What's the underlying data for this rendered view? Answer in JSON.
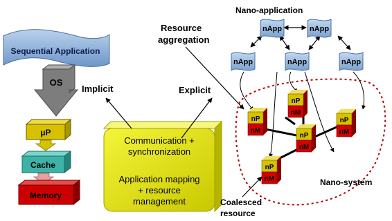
{
  "left": {
    "app_banner": "Sequential Application",
    "os_label": "OS",
    "up_label": "µP",
    "cache_label": "Cache",
    "memory_label": "Memory",
    "implicit_label": "Implicit"
  },
  "center": {
    "explicit_label": "Explicit",
    "box_line1": "Communication +",
    "box_line2": "synchronization",
    "box_line3": "Application mapping",
    "box_line4": "+ resource",
    "box_line5": "management"
  },
  "right": {
    "nano_app_title": "Nano-application",
    "resource_agg_line1": "Resource",
    "resource_agg_line2": "aggregation",
    "napp_label": "nApp",
    "np_label": "nP",
    "nm_label": "nM",
    "nano_system_label": "Nano-system",
    "coalesced_line1": "Coalesced",
    "coalesced_line2": "resource"
  },
  "colors": {
    "banner_blue": "#8fb3db",
    "cube_yellow": "#d6c200",
    "cube_red": "#d40000",
    "cube_cyan": "#3cb3a6",
    "os_gray": "#8a8a8a",
    "box_yellow": "#e6e600",
    "dashed_red": "#b00000"
  }
}
